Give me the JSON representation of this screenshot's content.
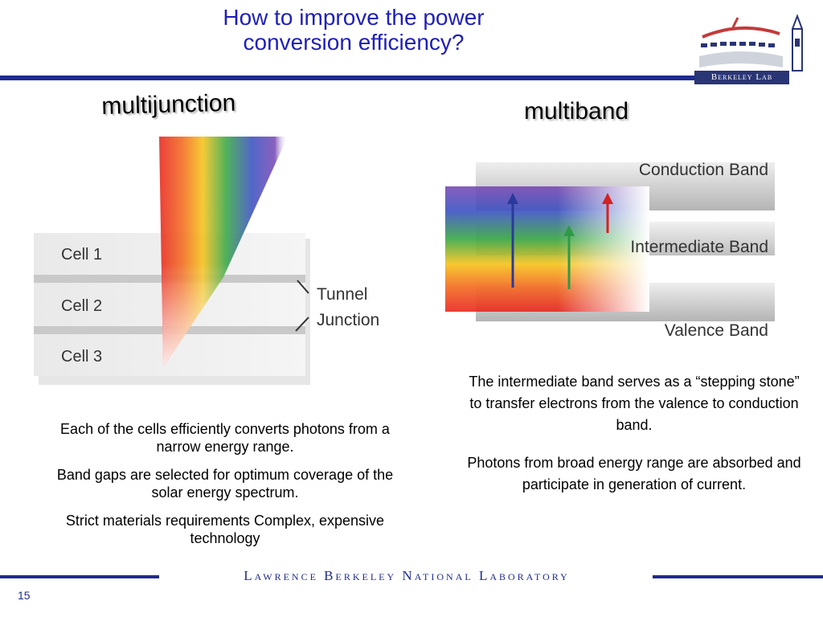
{
  "slide": {
    "title_line1": "How to improve the power",
    "title_line2": "conversion efficiency?",
    "logo_text": "Berkeley Lab",
    "footer_text": "Lawrence Berkeley National Laboratory",
    "page_number": "15"
  },
  "left": {
    "heading": "multijunction",
    "figure": {
      "cells": [
        "Cell 1",
        "Cell 2",
        "Cell 3"
      ],
      "tunnel_line1": "Tunnel",
      "tunnel_line2": "Junction"
    },
    "paragraphs": [
      "Each of the cells efficiently converts photons from a narrow energy range.",
      "Band gaps are selected for optimum coverage of the solar energy spectrum.",
      "Strict materials requirements Complex, expensive technology"
    ]
  },
  "right": {
    "heading": "multiband",
    "figure": {
      "conduction": "Conduction Band",
      "intermediate": "Intermediate Band",
      "valence": "Valence Band"
    },
    "paragraphs": [
      "The intermediate band serves as a “stepping stone” to transfer electrons from the valence to conduction band.",
      "Photons from broad energy range are absorbed and participate in generation of current."
    ]
  },
  "colors": {
    "title_blue": "#1f1fb8",
    "bar_navy": "#1f2b8f",
    "arrow_blue": "#2a3a9a",
    "arrow_green": "#2f9a46",
    "arrow_red": "#d42222"
  }
}
